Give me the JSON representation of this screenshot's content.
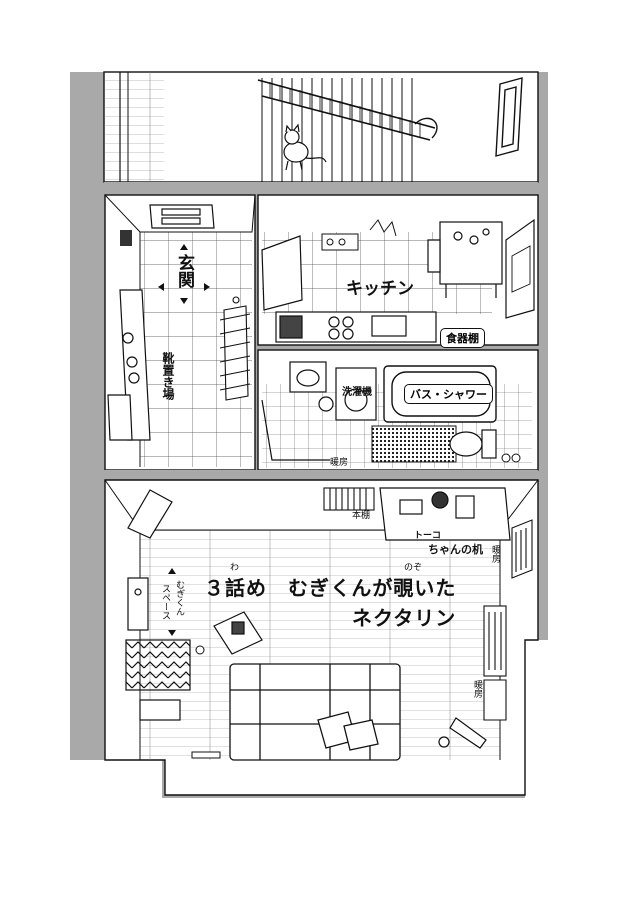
{
  "rooms": {
    "entrance": "玄関",
    "kitchen": "キッチン",
    "cupboard": "食器棚",
    "shoe_area": "靴置き場",
    "washer": "洗濯機",
    "bath": "バス・シャワー",
    "heater_bath": "暖房",
    "bookshelf": "本棚",
    "desk_name": "トーコ",
    "desk_rest": "ちゃんの机",
    "heater_right_top": "暖房",
    "heater_right_bottom": "暖房",
    "mugi_name": "むぎくん",
    "mugi_space": "スペース"
  },
  "title": {
    "line1": "３話め　むぎくんが覗いた",
    "line2": "ネクタリン",
    "ruby_wa": "わ",
    "ruby_nozo": "のぞ"
  },
  "colors": {
    "ink": "#111111",
    "wall_gray": "#a9a9a9",
    "paper": "#ffffff"
  }
}
